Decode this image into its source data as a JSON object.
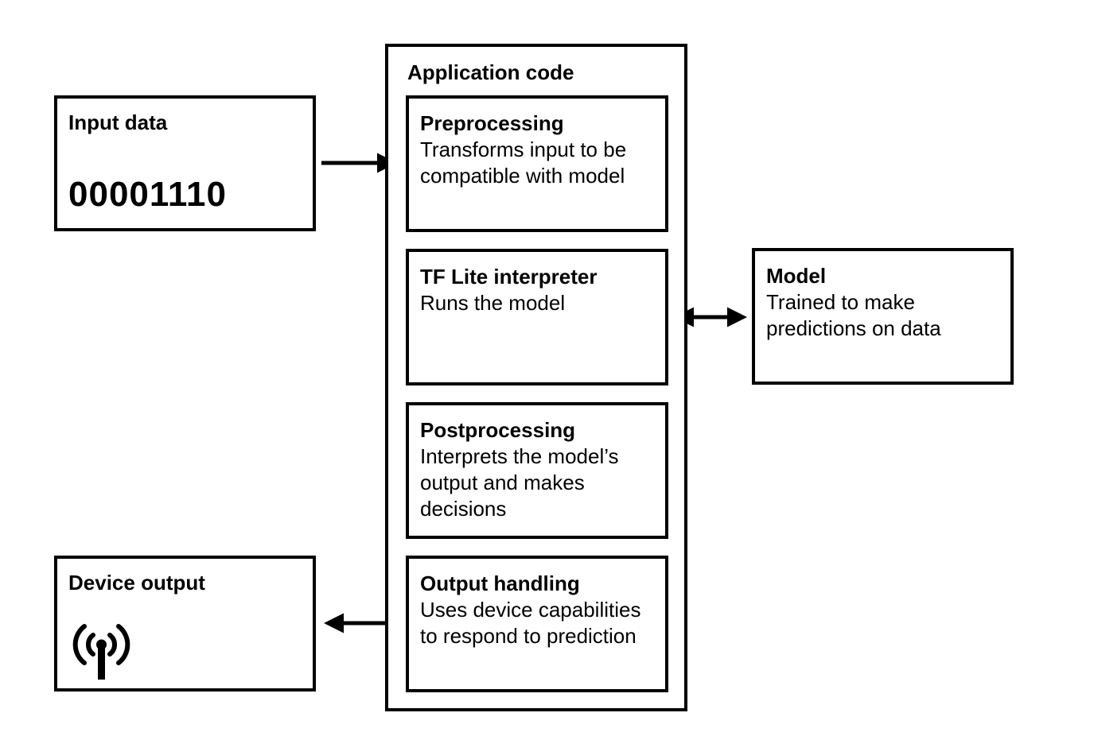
{
  "input": {
    "title": "Input data",
    "value": "00001110"
  },
  "application": {
    "title": "Application code",
    "stages": [
      {
        "title": "Preprocessing",
        "description": "Transforms input to be compatible with model"
      },
      {
        "title": "TF Lite interpreter",
        "description": "Runs the model"
      },
      {
        "title": "Postprocessing",
        "description": "Interprets the model’s output and makes decisions"
      },
      {
        "title": "Output handling",
        "description": "Uses device capabilities to respond to prediction"
      }
    ]
  },
  "model": {
    "title": "Model",
    "description": "Trained to make predictions on data"
  },
  "output": {
    "title": "Device output",
    "icon": "antenna-broadcast-icon"
  },
  "colors": {
    "line": "#000000",
    "background": "#ffffff"
  }
}
